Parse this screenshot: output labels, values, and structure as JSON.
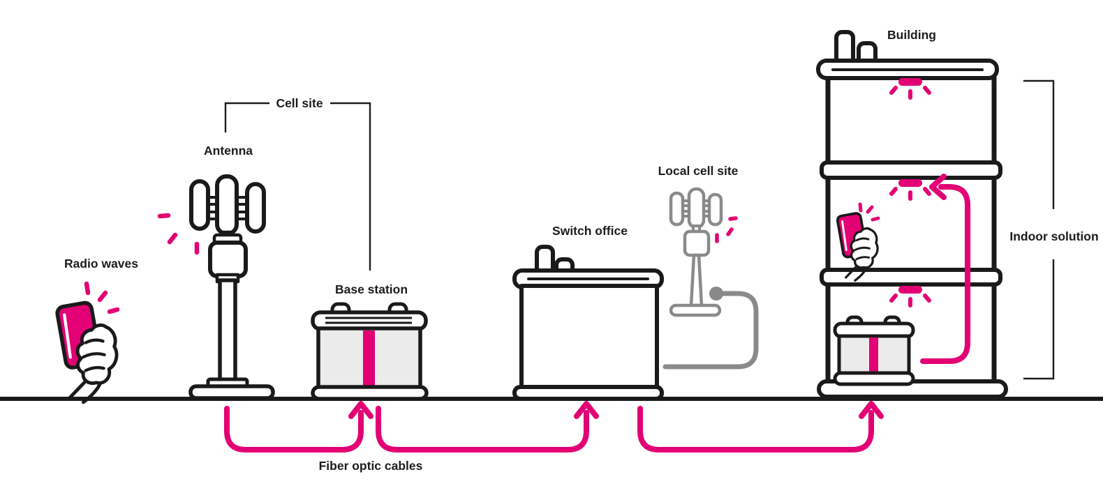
{
  "diagram": {
    "type": "network-infrastructure-illustration",
    "labels": {
      "radio_waves": "Radio waves",
      "cell_site": "Cell site",
      "antenna": "Antenna",
      "base_station": "Base station",
      "switch_office": "Switch office",
      "local_cell_site": "Local cell site",
      "building": "Building",
      "indoor_solution": "Indoor solution",
      "fiber_optic_cables": "Fiber optic cables"
    },
    "colors": {
      "magenta": "#e20074",
      "outline_black": "#1a1a1a",
      "gray": "#8a8a8a",
      "panel_fill": "#ebebeb",
      "background": "#ffffff"
    },
    "nodes": [
      {
        "id": "radio-waves",
        "label": "Radio waves",
        "icon": "phone-in-hand-icon"
      },
      {
        "id": "antenna",
        "label": "Antenna",
        "icon": "antenna-tower-icon"
      },
      {
        "id": "cell-site",
        "label": "Cell site",
        "icon": "bracket-over-antenna-and-base-station"
      },
      {
        "id": "base-station",
        "label": "Base station",
        "icon": "base-station-cabinet-icon"
      },
      {
        "id": "switch-office",
        "label": "Switch office",
        "icon": "switch-office-box-icon"
      },
      {
        "id": "local-cell-site",
        "label": "Local cell site",
        "icon": "small-gray-cell-tower-icon"
      },
      {
        "id": "building",
        "label": "Building",
        "icon": "three-storey-building-icon"
      },
      {
        "id": "indoor-solution",
        "label": "Indoor solution",
        "icon": "bracket-spanning-building-floors"
      }
    ],
    "connections": [
      {
        "from": "antenna",
        "to": "base-station",
        "via": "fiber-optic-cable",
        "color": "#e20074",
        "arrow": "up-into-base-station"
      },
      {
        "from": "base-station",
        "to": "switch-office",
        "via": "fiber-optic-cable",
        "color": "#e20074",
        "arrow": "up-into-switch-office"
      },
      {
        "from": "switch-office",
        "to": "building",
        "via": "fiber-optic-cable",
        "color": "#e20074",
        "arrow": "up-into-building"
      },
      {
        "from": "local-cell-site",
        "to": "switch-office",
        "via": "gray-cable",
        "color": "#8a8a8a"
      },
      {
        "from": "indoor-base-station",
        "to": "middle-floor-ceiling-antenna",
        "via": "indoor-cable",
        "color": "#e20074",
        "arrow": "left-into-ceiling-antenna"
      }
    ]
  }
}
